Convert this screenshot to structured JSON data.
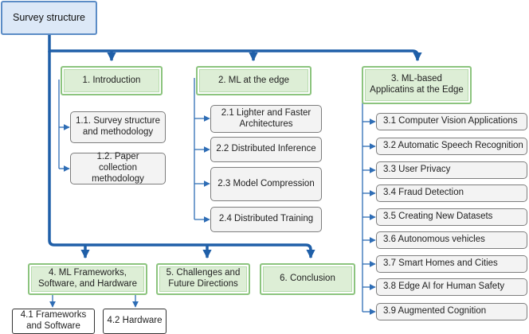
{
  "root": {
    "label": "Survey structure"
  },
  "sections": [
    {
      "label": "1. Introduction"
    },
    {
      "label": "2. ML at the edge"
    },
    {
      "label": "3. ML-based Applicatins at the Edge"
    },
    {
      "label": "4. ML Frameworks, Software, and Hardware"
    },
    {
      "label": "5. Challenges and Future Directions"
    },
    {
      "label": "6. Conclusion"
    }
  ],
  "intro_subsections": [
    {
      "label": "1.1. Survey structure and methodology"
    },
    {
      "label": "1.2. Paper collection methodology"
    }
  ],
  "edge_subsections": [
    {
      "label": "2.1 Lighter and Faster Architectures"
    },
    {
      "label": "2.2 Distributed Inference"
    },
    {
      "label": "2.3 Model Compression"
    },
    {
      "label": "2.4 Distributed Training"
    }
  ],
  "application_subsections": [
    {
      "label": "3.1 Computer Vision Applications"
    },
    {
      "label": "3.2 Automatic Speech Recognition"
    },
    {
      "label": "3.3 User Privacy"
    },
    {
      "label": "3.4 Fraud Detection"
    },
    {
      "label": "3.5 Creating New Datasets"
    },
    {
      "label": "3.6 Autonomous vehicles"
    },
    {
      "label": "3.7 Smart Homes and Cities"
    },
    {
      "label": "3.8 Edge AI for Human Safety"
    },
    {
      "label": "3.9 Augmented Cognition"
    }
  ],
  "framework_subsections": [
    {
      "label": "4.1 Frameworks and Software"
    },
    {
      "label": "4.2 Hardware"
    }
  ],
  "colors": {
    "main_connector": "#1f5fa8",
    "sub_connector": "#2e6db5"
  }
}
